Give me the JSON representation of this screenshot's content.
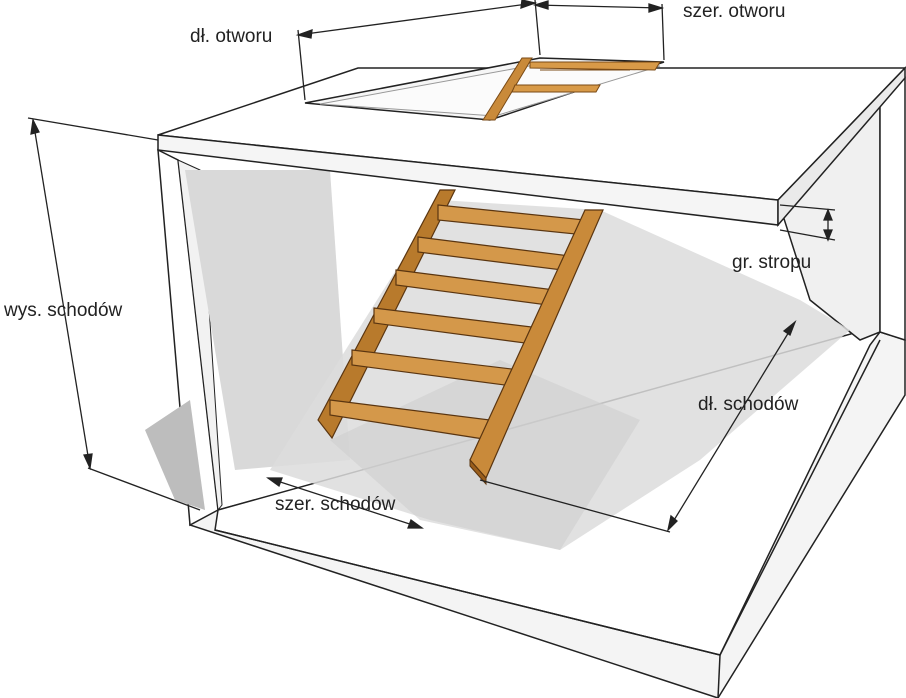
{
  "labels": {
    "opening_length": "dł. otworu",
    "opening_width": "szer. otworu",
    "stairs_height": "wys. schodów",
    "slab_thickness": "gr. stropu",
    "stairs_length": "dł. schodów",
    "stairs_width": "szer. schodów"
  },
  "colors": {
    "wood": "#c98a3a",
    "wood_dark": "#9a5e1c",
    "wood_light": "#dfa456",
    "shadow": "#d7d7d7",
    "outline": "#222222"
  }
}
